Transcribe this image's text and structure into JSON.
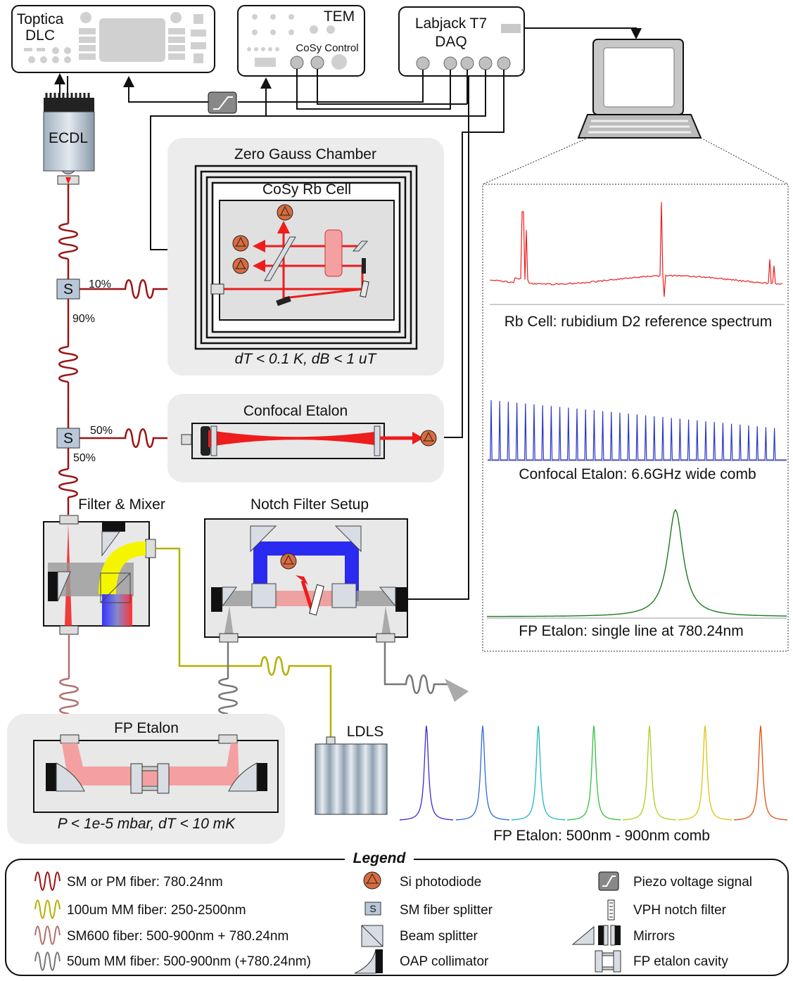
{
  "instruments": {
    "toptica_line1": "Toptica",
    "toptica_line2": "DLC",
    "tem": "TEM",
    "cosy_control": "CoSy Control",
    "labjack_line1": "Labjack T7",
    "labjack_line2": "DAQ",
    "ecdl": "ECDL",
    "ldls": "LDLS"
  },
  "splitters": {
    "symbol": "S",
    "top_ratio_a": "10%",
    "top_ratio_b": "90%",
    "bottom_ratio_a": "50%",
    "bottom_ratio_b": "50%"
  },
  "modules": {
    "zero_gauss_title": "Zero Gauss Chamber",
    "rb_cell_title": "CoSy Rb Cell",
    "zero_gauss_spec": "dT < 0.1 K, dB < 1 uT",
    "confocal_title": "Confocal Etalon",
    "filter_mixer_title": "Filter & Mixer",
    "notch_title": "Notch Filter Setup",
    "fp_etalon_title": "FP Etalon",
    "fp_etalon_spec": "P < 1e-5 mbar, dT < 10 mK"
  },
  "spectra": {
    "rb_caption": "Rb Cell: rubidium D2 reference spectrum",
    "confocal_caption": "Confocal Etalon: 6.6GHz wide comb",
    "fp_caption": "FP Etalon: single line at 780.24nm",
    "comb_caption": "FP Etalon: 500nm - 900nm comb"
  },
  "legend": {
    "title": "Legend",
    "items": [
      {
        "label": "SM or PM fiber: 780.24nm",
        "icon": "red-fiber-icon",
        "color": "#9b1414"
      },
      {
        "label": "100um MM fiber: 250-2500nm",
        "icon": "yellow-fiber-icon",
        "color": "#b5b000"
      },
      {
        "label": "SM600 fiber: 500-900nm + 780.24nm",
        "icon": "pink-fiber-icon",
        "color": "#b07070"
      },
      {
        "label": "50um MM fiber: 500-900nm (+780.24nm)",
        "icon": "gray-fiber-icon",
        "color": "#777777"
      },
      {
        "label": "Si photodiode",
        "icon": "photodiode-icon"
      },
      {
        "label": "SM fiber splitter",
        "icon": "splitter-icon",
        "glyph": "S"
      },
      {
        "label": "Beam splitter",
        "icon": "beam-splitter-icon"
      },
      {
        "label": "OAP collimator",
        "icon": "oap-collimator-icon"
      },
      {
        "label": "Piezo voltage signal",
        "icon": "piezo-signal-icon"
      },
      {
        "label": "VPH notch filter",
        "icon": "notch-filter-icon"
      },
      {
        "label": "Mirrors",
        "icon": "mirror-icon"
      },
      {
        "label": "FP etalon cavity",
        "icon": "fp-cavity-icon"
      }
    ]
  },
  "colors": {
    "laser_red": "#ee1c1c",
    "fiber_red": "#9b1414",
    "fiber_yellow": "#b5b000",
    "fiber_pink": "#b07070",
    "fiber_gray": "#777777",
    "panel_gray": "#ececec",
    "comb_blue": "#2b35c8",
    "fp_green": "#1c7a1c"
  }
}
